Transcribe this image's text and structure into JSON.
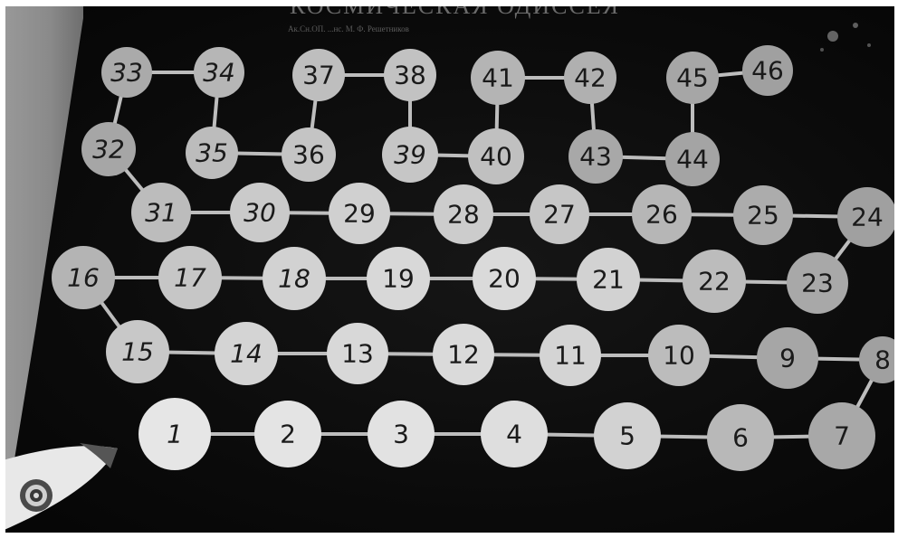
{
  "board": {
    "title": "КОСМИЧЕСКАЯ ОДИССЕЯ",
    "subtitle": "Ак.Сн.ОП. ...нс. М. Ф. Решетников"
  },
  "cells": [
    {
      "n": "1",
      "italic": true,
      "shade": "#e6e6e6"
    },
    {
      "n": "2",
      "italic": false,
      "shade": "#e4e4e4"
    },
    {
      "n": "3",
      "italic": false,
      "shade": "#e2e2e2"
    },
    {
      "n": "4",
      "italic": false,
      "shade": "#dedede"
    },
    {
      "n": "5",
      "italic": false,
      "shade": "#d2d2d2"
    },
    {
      "n": "6",
      "italic": false,
      "shade": "#b8b8b8"
    },
    {
      "n": "7",
      "italic": false,
      "shade": "#a8a8a8"
    },
    {
      "n": "8",
      "italic": false,
      "shade": "#a0a0a0"
    },
    {
      "n": "9",
      "italic": false,
      "shade": "#a6a6a6"
    },
    {
      "n": "10",
      "italic": false,
      "shade": "#bcbcbc"
    },
    {
      "n": "11",
      "italic": false,
      "shade": "#d4d4d4"
    },
    {
      "n": "12",
      "italic": false,
      "shade": "#dadada"
    },
    {
      "n": "13",
      "italic": false,
      "shade": "#d8d8d8"
    },
    {
      "n": "14",
      "italic": true,
      "shade": "#d4d4d4"
    },
    {
      "n": "15",
      "italic": true,
      "shade": "#c8c8c8"
    },
    {
      "n": "16",
      "italic": true,
      "shade": "#b4b4b4"
    },
    {
      "n": "17",
      "italic": true,
      "shade": "#c6c6c6"
    },
    {
      "n": "18",
      "italic": true,
      "shade": "#d2d2d2"
    },
    {
      "n": "19",
      "italic": false,
      "shade": "#d8d8d8"
    },
    {
      "n": "20",
      "italic": false,
      "shade": "#dadada"
    },
    {
      "n": "21",
      "italic": false,
      "shade": "#d2d2d2"
    },
    {
      "n": "22",
      "italic": false,
      "shade": "#bcbcbc"
    },
    {
      "n": "23",
      "italic": false,
      "shade": "#a8a8a8"
    },
    {
      "n": "24",
      "italic": false,
      "shade": "#a0a0a0"
    },
    {
      "n": "25",
      "italic": false,
      "shade": "#acacac"
    },
    {
      "n": "26",
      "italic": false,
      "shade": "#b6b6b6"
    },
    {
      "n": "27",
      "italic": false,
      "shade": "#c6c6c6"
    },
    {
      "n": "28",
      "italic": false,
      "shade": "#cccccc"
    },
    {
      "n": "29",
      "italic": false,
      "shade": "#d0d0d0"
    },
    {
      "n": "30",
      "italic": true,
      "shade": "#cacaca"
    },
    {
      "n": "31",
      "italic": true,
      "shade": "#bcbcbc"
    },
    {
      "n": "32",
      "italic": true,
      "shade": "#a6a6a6"
    },
    {
      "n": "33",
      "italic": true,
      "shade": "#aaaaaa"
    },
    {
      "n": "34",
      "italic": true,
      "shade": "#b6b6b6"
    },
    {
      "n": "35",
      "italic": true,
      "shade": "#bcbcbc"
    },
    {
      "n": "36",
      "italic": false,
      "shade": "#c4c4c4"
    },
    {
      "n": "37",
      "italic": false,
      "shade": "#bebebe"
    },
    {
      "n": "38",
      "italic": false,
      "shade": "#c2c2c2"
    },
    {
      "n": "39",
      "italic": true,
      "shade": "#c6c6c6"
    },
    {
      "n": "40",
      "italic": false,
      "shade": "#c0c0c0"
    },
    {
      "n": "41",
      "italic": false,
      "shade": "#b4b4b4"
    },
    {
      "n": "42",
      "italic": false,
      "shade": "#b0b0b0"
    },
    {
      "n": "43",
      "italic": false,
      "shade": "#a8a8a8"
    },
    {
      "n": "44",
      "italic": false,
      "shade": "#a4a4a4"
    },
    {
      "n": "45",
      "italic": false,
      "shade": "#a6a6a6"
    },
    {
      "n": "46",
      "italic": false,
      "shade": "#a0a0a0"
    }
  ],
  "colors": {
    "board": "#0b0b0b",
    "track_line": "#bdbdbd",
    "number": "#1a1a1a"
  },
  "icons": {
    "rocket": "rocket-icon",
    "sparkle": "sparkle-icon"
  }
}
